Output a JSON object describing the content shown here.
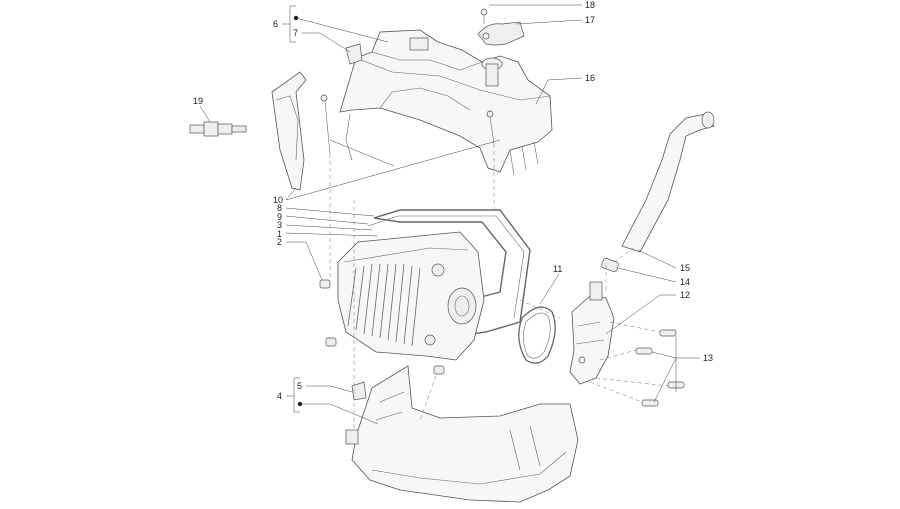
{
  "callouts": [
    {
      "id": "c6",
      "text": "6"
    },
    {
      "id": "c7",
      "text": "7"
    },
    {
      "id": "c18",
      "text": "18"
    },
    {
      "id": "c17",
      "text": "17"
    },
    {
      "id": "c16",
      "text": "16"
    },
    {
      "id": "c19",
      "text": "19"
    },
    {
      "id": "c10",
      "text": "10"
    },
    {
      "id": "c8",
      "text": "8"
    },
    {
      "id": "c9",
      "text": "9"
    },
    {
      "id": "c3",
      "text": "3"
    },
    {
      "id": "c1",
      "text": "1"
    },
    {
      "id": "c2",
      "text": "2"
    },
    {
      "id": "c11",
      "text": "11"
    },
    {
      "id": "c15",
      "text": "15"
    },
    {
      "id": "c14",
      "text": "14"
    },
    {
      "id": "c12",
      "text": "12"
    },
    {
      "id": "c13",
      "text": "13"
    },
    {
      "id": "c5",
      "text": "5"
    },
    {
      "id": "c4",
      "text": "4"
    }
  ],
  "colors": {
    "line": "#555555",
    "label": "#222222",
    "background": "#ffffff"
  }
}
